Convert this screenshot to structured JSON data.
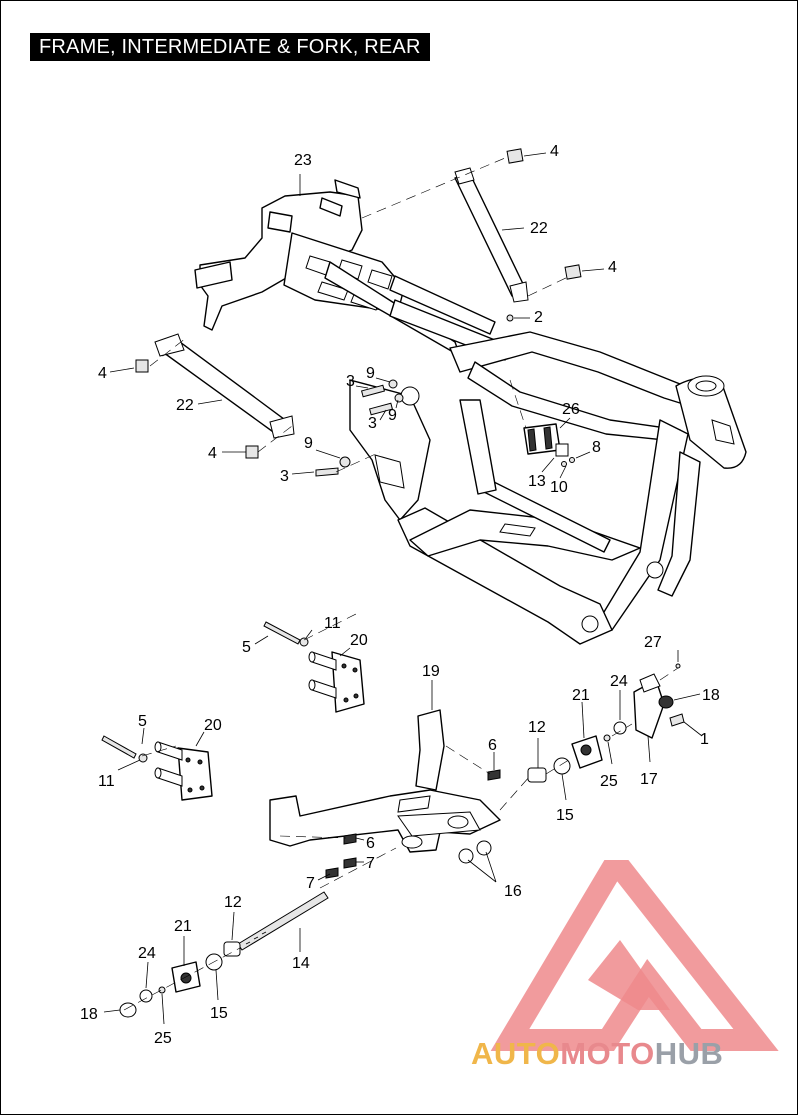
{
  "title": "FRAME, INTERMEDIATE & FORK, REAR",
  "logo": {
    "part1": "AUTO",
    "part2": "MOTO",
    "part3": "HUB",
    "colors": {
      "auto": "#f0b64a",
      "moto": "#e8898d",
      "hub": "#9aa0a8",
      "triangle": "#ee8a8c"
    }
  },
  "callouts": [
    {
      "id": "c23",
      "text": "23"
    },
    {
      "id": "c4a",
      "text": "4"
    },
    {
      "id": "c22a",
      "text": "22"
    },
    {
      "id": "c4b",
      "text": "4"
    },
    {
      "id": "c2",
      "text": "2"
    },
    {
      "id": "c4c",
      "text": "4"
    },
    {
      "id": "c22b",
      "text": "22"
    },
    {
      "id": "c4d",
      "text": "4"
    },
    {
      "id": "c3a",
      "text": "3"
    },
    {
      "id": "c9a",
      "text": "9"
    },
    {
      "id": "c3b",
      "text": "3"
    },
    {
      "id": "c9b",
      "text": "9"
    },
    {
      "id": "c26",
      "text": "26"
    },
    {
      "id": "c8",
      "text": "8"
    },
    {
      "id": "c13",
      "text": "13"
    },
    {
      "id": "c10",
      "text": "10"
    },
    {
      "id": "c9c",
      "text": "9"
    },
    {
      "id": "c3c",
      "text": "3"
    },
    {
      "id": "c11a",
      "text": "11"
    },
    {
      "id": "c5a",
      "text": "5"
    },
    {
      "id": "c20a",
      "text": "20"
    },
    {
      "id": "c27",
      "text": "27"
    },
    {
      "id": "c19",
      "text": "19"
    },
    {
      "id": "c21a",
      "text": "21"
    },
    {
      "id": "c24a",
      "text": "24"
    },
    {
      "id": "c18a",
      "text": "18"
    },
    {
      "id": "c5b",
      "text": "5"
    },
    {
      "id": "c20b",
      "text": "20"
    },
    {
      "id": "c12a",
      "text": "12"
    },
    {
      "id": "c6a",
      "text": "6"
    },
    {
      "id": "c1",
      "text": "1"
    },
    {
      "id": "c11b",
      "text": "11"
    },
    {
      "id": "c25a",
      "text": "25"
    },
    {
      "id": "c17",
      "text": "17"
    },
    {
      "id": "c15a",
      "text": "15"
    },
    {
      "id": "c6b",
      "text": "6"
    },
    {
      "id": "c7a",
      "text": "7"
    },
    {
      "id": "c7b",
      "text": "7"
    },
    {
      "id": "c16",
      "text": "16"
    },
    {
      "id": "c12b",
      "text": "12"
    },
    {
      "id": "c21b",
      "text": "21"
    },
    {
      "id": "c14",
      "text": "14"
    },
    {
      "id": "c24b",
      "text": "24"
    },
    {
      "id": "c18b",
      "text": "18"
    },
    {
      "id": "c15b",
      "text": "15"
    },
    {
      "id": "c25b",
      "text": "25"
    }
  ]
}
